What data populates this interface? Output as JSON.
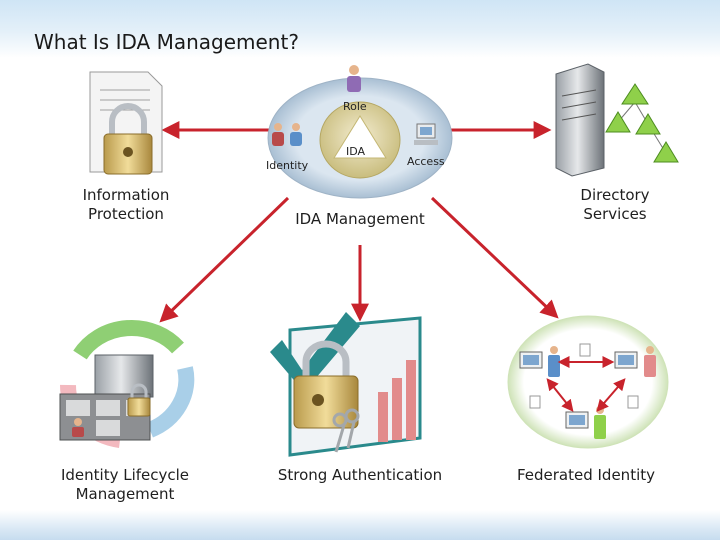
{
  "slide": {
    "title": "What Is IDA Management?"
  },
  "center": {
    "role_label": "Role",
    "identity_label": "Identity",
    "access_label": "Access",
    "ida_label": "IDA",
    "caption": "IDA Management"
  },
  "nodes": {
    "information_protection": "Information\nProtection",
    "directory_services": "Directory\nServices",
    "identity_lifecycle": "Identity Lifecycle\nManagement",
    "strong_authentication": "Strong Authentication",
    "federated_identity": "Federated Identity"
  },
  "colors": {
    "arrow": "#c8232c",
    "accent": "#2a8a8c"
  }
}
